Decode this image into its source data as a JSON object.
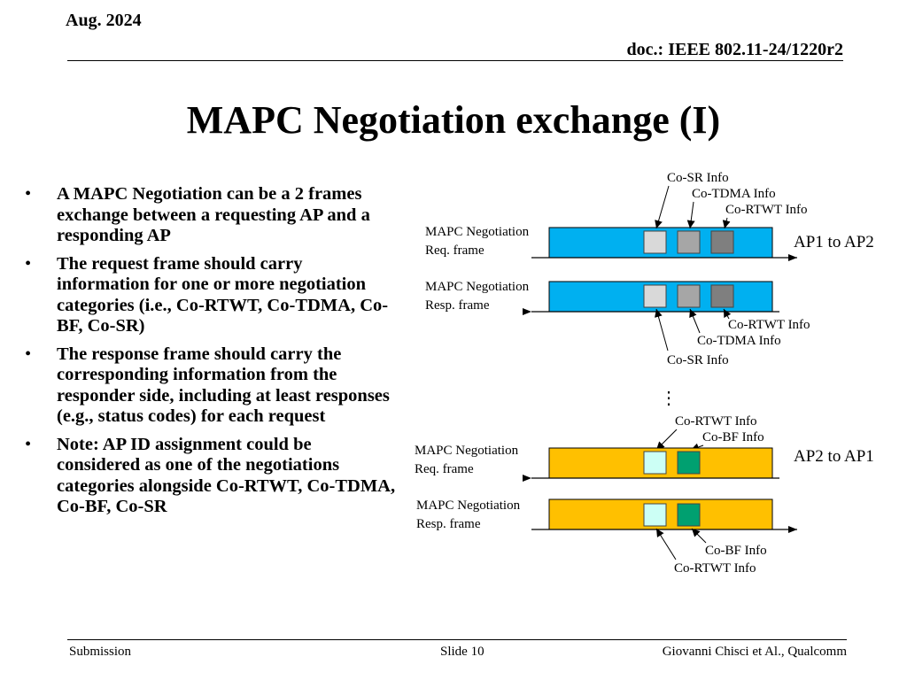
{
  "header": {
    "date": "Aug. 2024",
    "doc_id": "doc.: IEEE 802.11-24/1220r2"
  },
  "title": "MAPC Negotiation exchange (I)",
  "bullets": [
    "A MAPC Negotiation can be a 2 frames exchange between a requesting AP and a responding AP",
    "The request frame should carry information for one or more negotiation categories (i.e., Co-RTWT, Co-TDMA, Co-BF, Co-SR)",
    "The response frame should carry the corresponding information from the responder side, including at least responses (e.g., status codes) for each request",
    "Note: AP ID assignment could be considered as one of the negotiations categories alongside Co-RTWT, Co-TDMA, Co-BF, Co-SR"
  ],
  "diagram": {
    "bullet_char": "•",
    "group1": {
      "direction_label": "AP1 to AP2",
      "frame_color": "#00b0f0",
      "block_colors": [
        "#d9d9d9",
        "#a6a6a6",
        "#7f7f7f"
      ],
      "req_label_line1": "MAPC Negotiation",
      "req_label_line2": "Req. frame",
      "resp_label_line1": "MAPC Negotiation",
      "resp_label_line2": "Resp. frame",
      "top_labels": [
        "Co-SR Info",
        "Co-TDMA Info",
        "Co-RTWT Info"
      ],
      "bottom_labels": [
        "Co-RTWT Info",
        "Co-TDMA Info",
        "Co-SR Info"
      ]
    },
    "ellipsis": "⋮",
    "group2": {
      "direction_label": "AP2 to AP1",
      "frame_color": "#ffc000",
      "block_colors": [
        "#ccfff5",
        "#00a070"
      ],
      "req_label_line1": "MAPC Negotiation",
      "req_label_line2": "Req. frame",
      "resp_label_line1": "MAPC Negotiation",
      "resp_label_line2": "Resp. frame",
      "top_labels": [
        "Co-RTWT Info",
        "Co-BF Info"
      ],
      "bottom_labels": [
        "Co-BF Info",
        "Co-RTWT Info"
      ]
    }
  },
  "footer": {
    "left": "Submission",
    "center": "Slide 10",
    "right": "Giovanni Chisci et Al., Qualcomm"
  }
}
